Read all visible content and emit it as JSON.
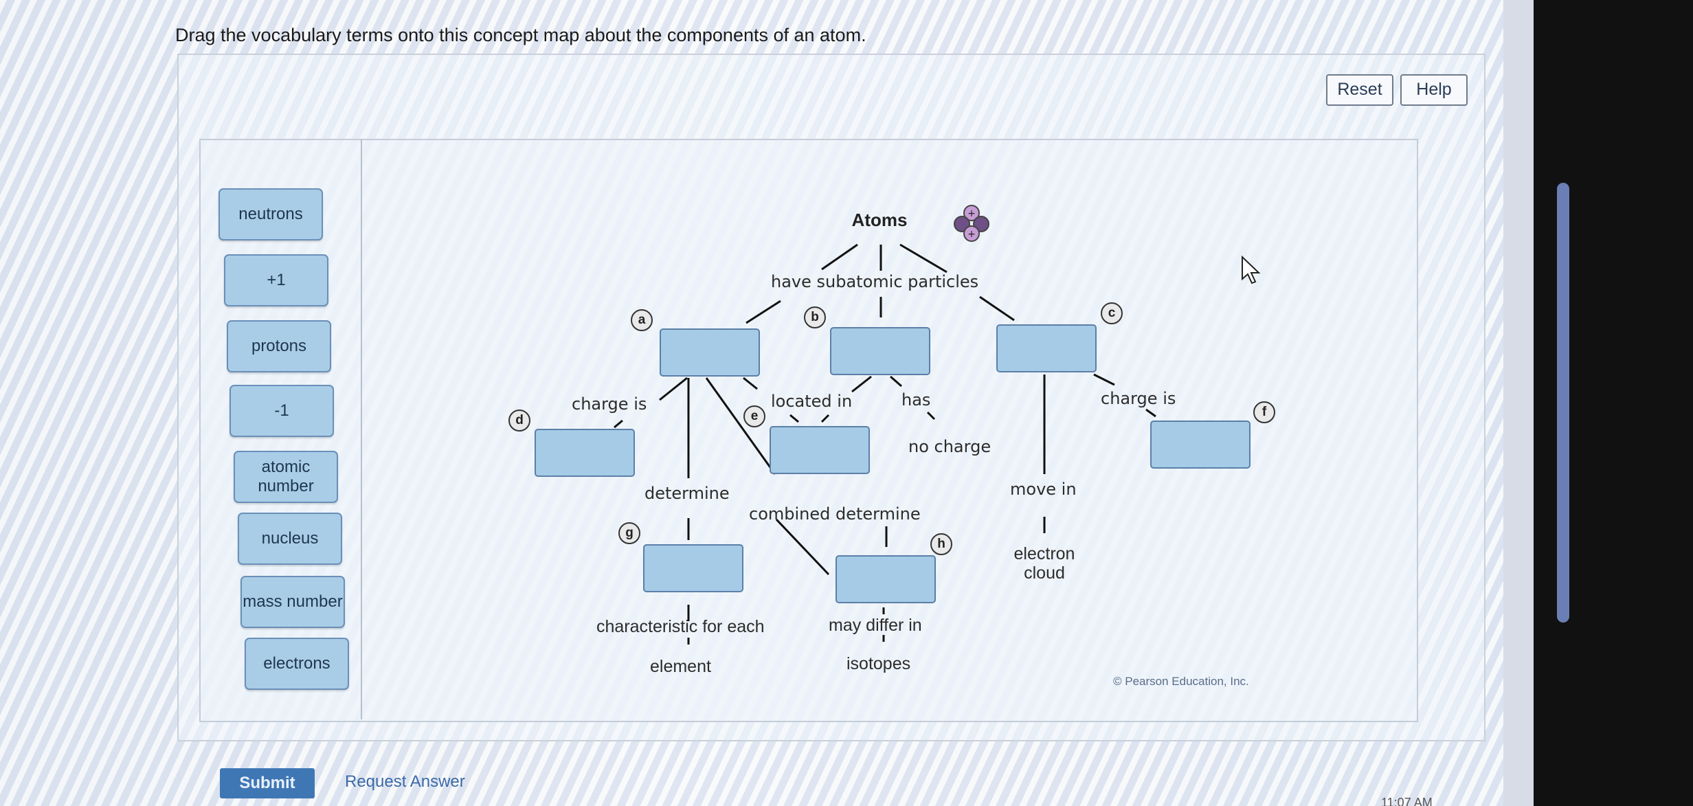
{
  "instructions": "Drag the vocabulary terms onto this concept map about the components of an atom.",
  "toolbar": {
    "reset_label": "Reset",
    "help_label": "Help"
  },
  "terms": [
    "neutrons",
    "+1",
    "protons",
    "-1",
    "atomic number",
    "nucleus",
    "mass number",
    "electrons"
  ],
  "map": {
    "title": "Atoms",
    "have_subatomic": "have subatomic particles",
    "charge_is_left": "charge is",
    "located_in": "located in",
    "has": "has",
    "no_charge": "no charge",
    "charge_is_right": "charge is",
    "determine": "determine",
    "combined_determine": "combined determine",
    "move_in": "move in",
    "electron_cloud": "electron cloud",
    "characteristic": "characteristic for each",
    "element": "element",
    "may_differ": "may differ in",
    "isotopes": "isotopes",
    "badges": [
      "a",
      "b",
      "c",
      "d",
      "e",
      "f",
      "g",
      "h"
    ]
  },
  "copyright": "© Pearson Education, Inc.",
  "footer": {
    "submit_label": "Submit",
    "request_label": "Request Answer"
  },
  "clock": "11:07 AM",
  "colors": {
    "term_fill": "#a9cde6",
    "drop_fill": "#a6cbe6",
    "submit": "#3f77b5"
  }
}
